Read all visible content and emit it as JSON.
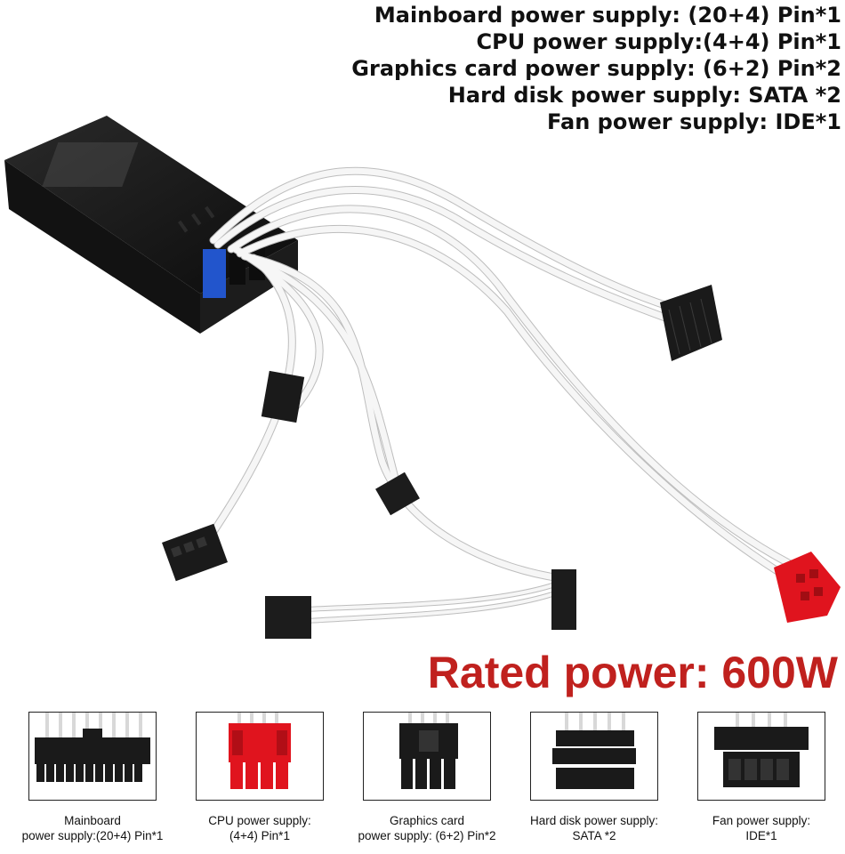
{
  "specs": {
    "lines": [
      "Mainboard power supply: (20+4) Pin*1",
      "CPU power supply:(4+4) Pin*1",
      "Graphics card power supply: (6+2) Pin*2",
      "Hard disk power supply: SATA *2",
      "Fan power supply: IDE*1"
    ]
  },
  "rated_power": {
    "text": "Rated power: 600W",
    "color": "#c0211e"
  },
  "connectors": [
    {
      "line1": "Mainboard",
      "line2": "power supply:(20+4) Pin*1",
      "icon": "atx-24pin-connector-icon"
    },
    {
      "line1": "CPU power supply:",
      "line2": "(4+4) Pin*1",
      "icon": "cpu-8pin-connector-icon"
    },
    {
      "line1": "Graphics card",
      "line2": "power supply: (6+2) Pin*2",
      "icon": "pcie-8pin-connector-icon"
    },
    {
      "line1": "Hard disk power supply:",
      "line2": "SATA *2",
      "icon": "sata-connector-icon"
    },
    {
      "line1": "Fan power supply:",
      "line2": "IDE*1",
      "icon": "molex-connector-icon"
    }
  ],
  "colors": {
    "cable": "#f4f4f4",
    "cable_edge": "#b9b9b9",
    "connector_black": "#1a1a1a",
    "connector_red": "#e0141e",
    "psu_body": "#151515",
    "psu_blue": "#2255cc"
  }
}
